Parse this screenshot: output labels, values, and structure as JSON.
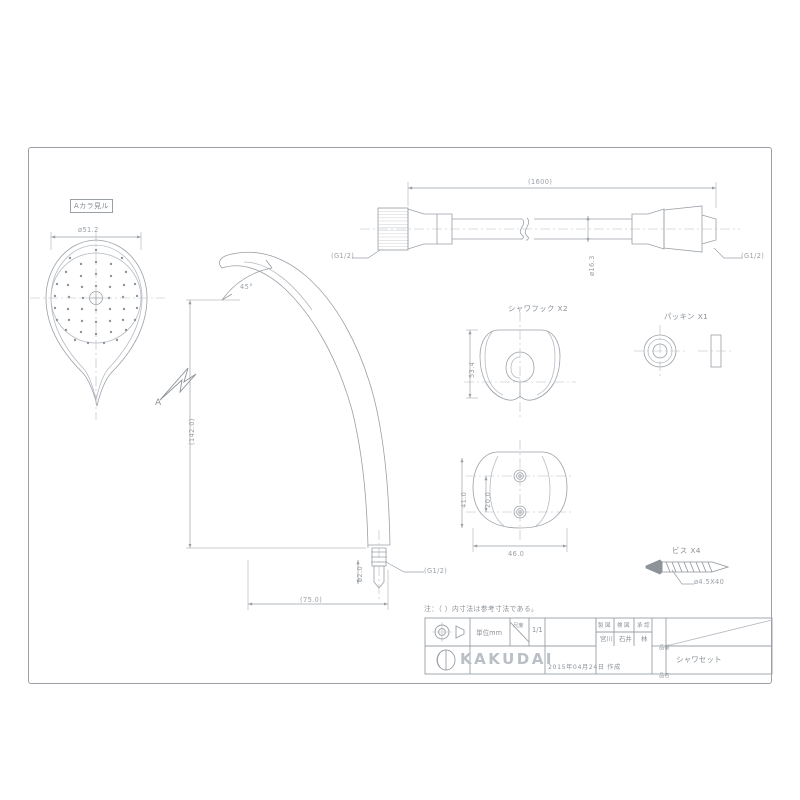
{
  "drawing": {
    "note": "注：（ ）内寸法は参考寸法である。",
    "view_label": "Aカラ見ル",
    "arrow_label": "A",
    "angle_label": "45°"
  },
  "showerhead": {
    "face_diameter": "ø51.2",
    "body_length": "(142.0)",
    "reach": "(75.0)",
    "neck_dim": "ø2.0",
    "thread": "(G1/2)"
  },
  "hose": {
    "length": "(1600)",
    "diameter": "ø16.3",
    "thread_left": "(G1/2)",
    "thread_right": "(G1/2)"
  },
  "parts": {
    "hook": {
      "title": "シャワフック  X2",
      "height": "53.4",
      "width": "46.0",
      "plate_height": "41.0",
      "hole_pitch": "20.0"
    },
    "packing": {
      "title": "パッキン  X1"
    },
    "screw": {
      "title": "ビス  X4",
      "spec": "ø4.5X40"
    }
  },
  "title_block": {
    "unit": "単位mm",
    "scale_label": "尺度",
    "scale_value": "1/1",
    "col_draft": "製 図",
    "col_check": "検 図",
    "col_approve": "承 認",
    "name_draft": "宮川",
    "name_check": "石井",
    "name_approve": "林",
    "date": "2015年04月24日  作成",
    "brand": "KAKUDAI",
    "product_label": "品番",
    "product_name_label": "品名",
    "product_name": "シャワセット"
  },
  "colors": {
    "line": "#9aa0a6",
    "thin": "#b6bbc1",
    "text": "#8d9399",
    "brand": "#b9bfc5"
  }
}
